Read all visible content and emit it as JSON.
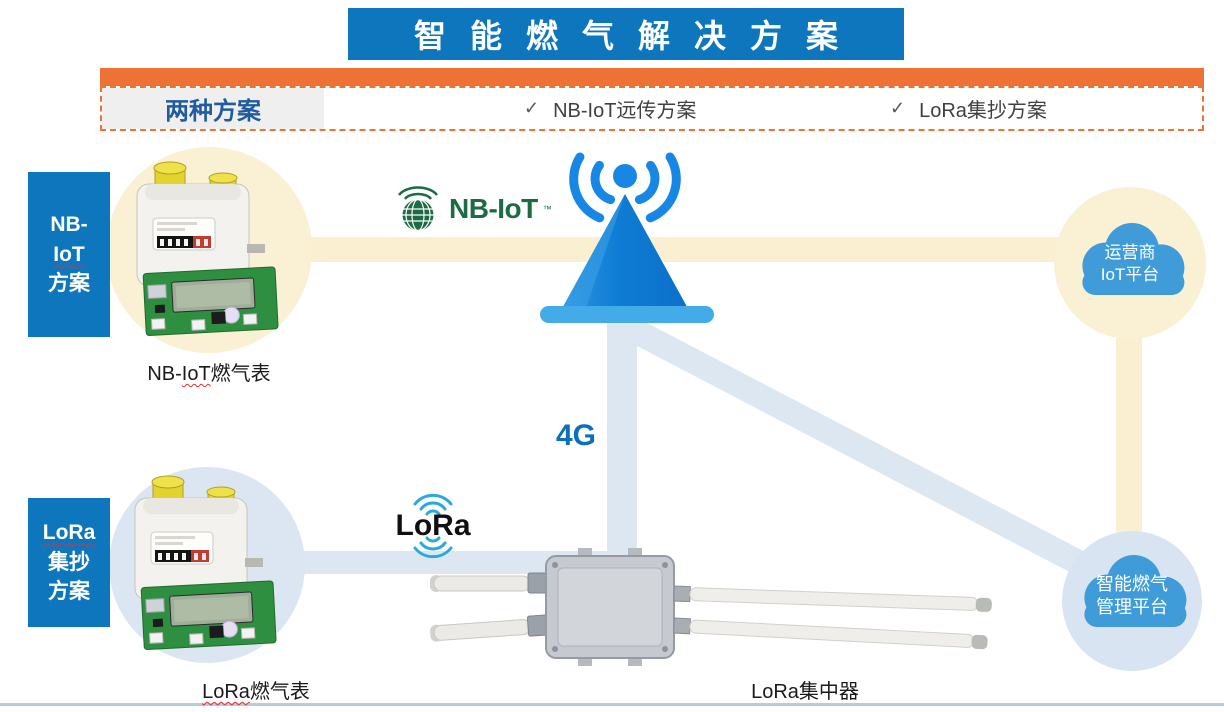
{
  "header": {
    "title": "智能燃气解决方案"
  },
  "schemes_bar": {
    "label": "两种方案",
    "items": [
      {
        "check": "✓",
        "text": "NB-IoT远传方案"
      },
      {
        "check": "✓",
        "text": "LoRa集抄方案"
      }
    ]
  },
  "nbiot": {
    "side_label": {
      "line1": "NB-",
      "line2": "IoT",
      "line3": "方案"
    },
    "meter_caption": {
      "part1": "NB-",
      "part2": "IoT",
      "part3": "燃气表"
    },
    "logo": {
      "text": "NB-IoT",
      "tm": "™"
    }
  },
  "lora": {
    "side_label": {
      "line1": "LoRa",
      "line2": "集抄",
      "line3": "方案"
    },
    "meter_caption": {
      "part1": "LoRa",
      "part2": "燃气表"
    },
    "logo": {
      "text": "LoRa"
    },
    "concentrator_caption": "LoRa集中器"
  },
  "network": {
    "cellular_label": "4G"
  },
  "clouds": {
    "operator": {
      "line1": "运营商",
      "line2": "IoT平台"
    },
    "management": {
      "line1": "智能燃气",
      "line2": "管理平台"
    }
  },
  "colors": {
    "accent_blue": "#0E76BD",
    "accent_orange": "#ED7233",
    "tower_blue": "#1787E3",
    "cloud_blue": "#3F9CD9",
    "band_yellow": "#FAEFD0",
    "band_blue": "#DDE7F2",
    "circle_cream": "#FAF0D3",
    "circle_light_blue": "#DCE6F3",
    "nbiot_green": "#1D6B44",
    "lora_cyan": "#29A9E1"
  }
}
